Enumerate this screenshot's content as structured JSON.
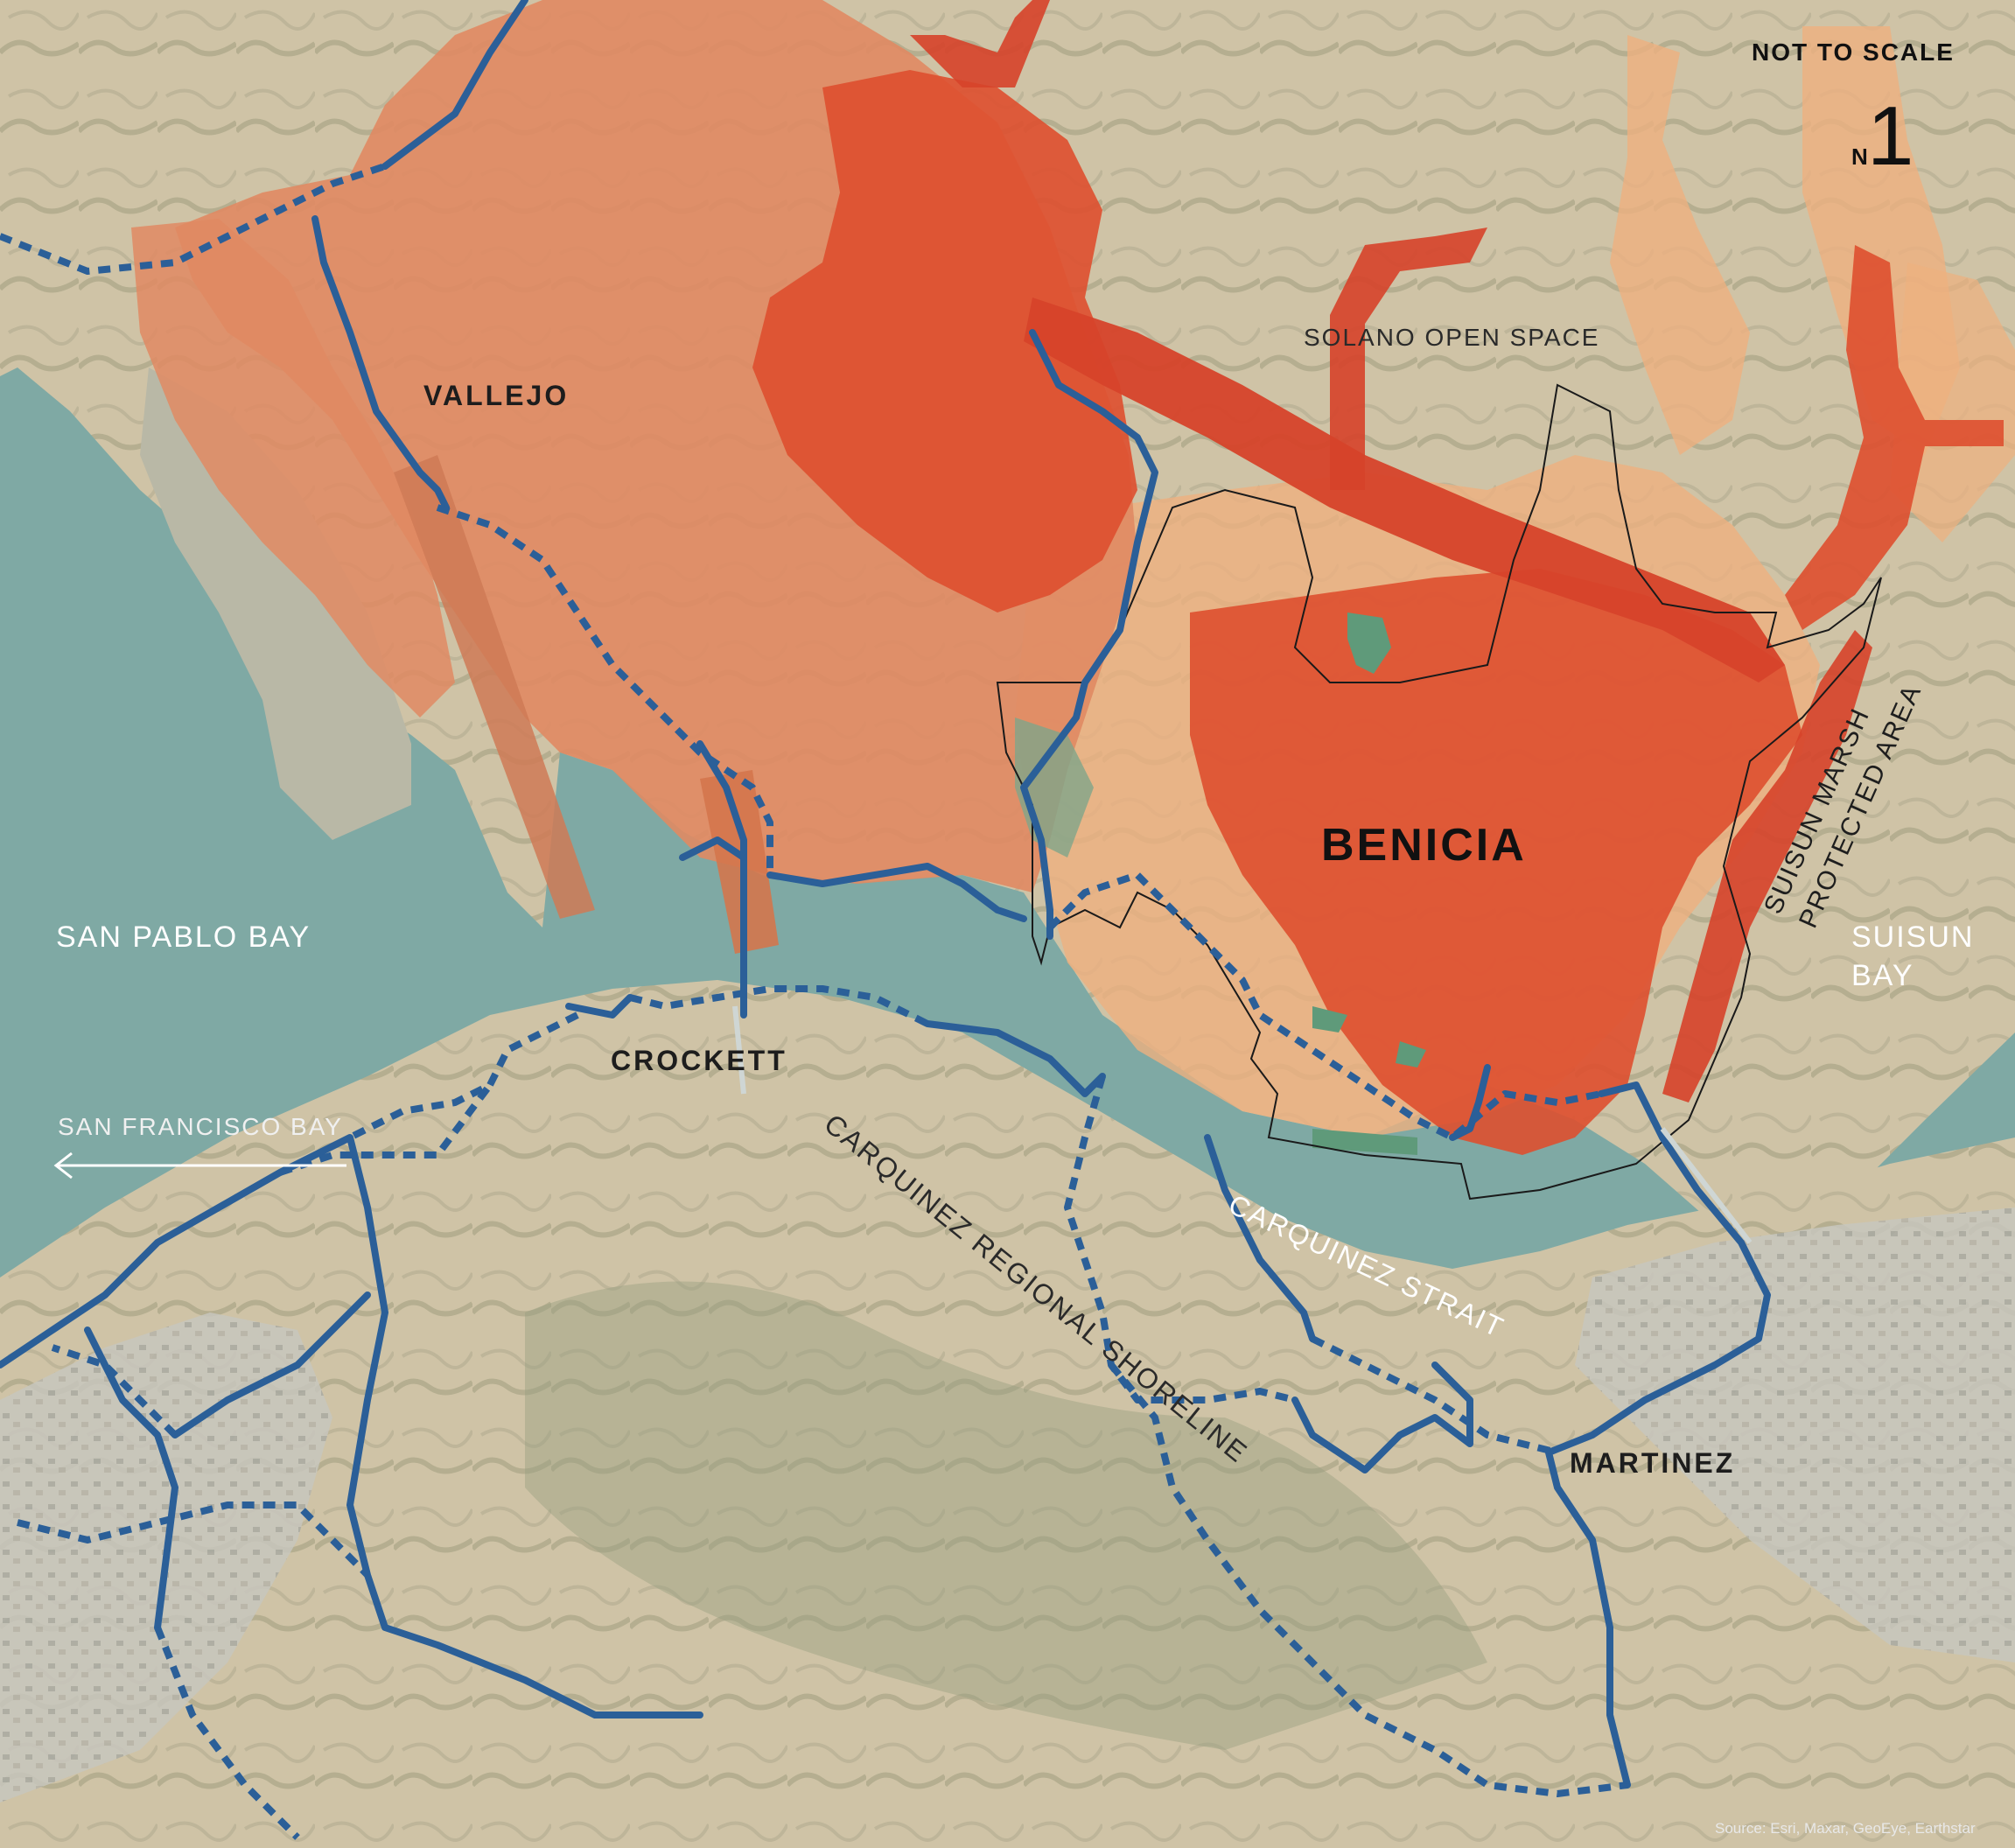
{
  "labels": {
    "scale_note": "NOT TO SCALE",
    "north_letter": "N",
    "north_glyph": "1",
    "vallejo": "VALLEJO",
    "benicia": "BENICIA",
    "crockett": "CROCKETT",
    "martinez": "MARTINEZ",
    "solano_open_space": "SOLANO OPEN SPACE",
    "san_pablo_bay": "SAN PABLO BAY",
    "san_francisco_bay": "SAN FRANCISCO BAY",
    "suisun_bay_line1": "SUISUN",
    "suisun_bay_line2": "BAY",
    "suisun_marsh_line1": "SUISUN MARSH",
    "suisun_marsh_line2": "PROTECTED AREA",
    "carquinez_strait": "CARQUINEZ STRAIT",
    "carquinez_regional_shoreline": "CARQUINEZ REGIONAL SHORELINE",
    "source": "Source: Esri, Maxar, GeoEye, Earthstar"
  },
  "colors": {
    "water": "#7fa9a4",
    "land_hills": "#cfc3a6",
    "land_green": "#8c9a78",
    "urban_north": "#e08a63",
    "hazard_high": "#de4f2f",
    "hazard_moderate": "#eeb07f",
    "trail": "#2b5f98",
    "boundary": "#1a1a1a",
    "park": "#5f9a7a"
  }
}
